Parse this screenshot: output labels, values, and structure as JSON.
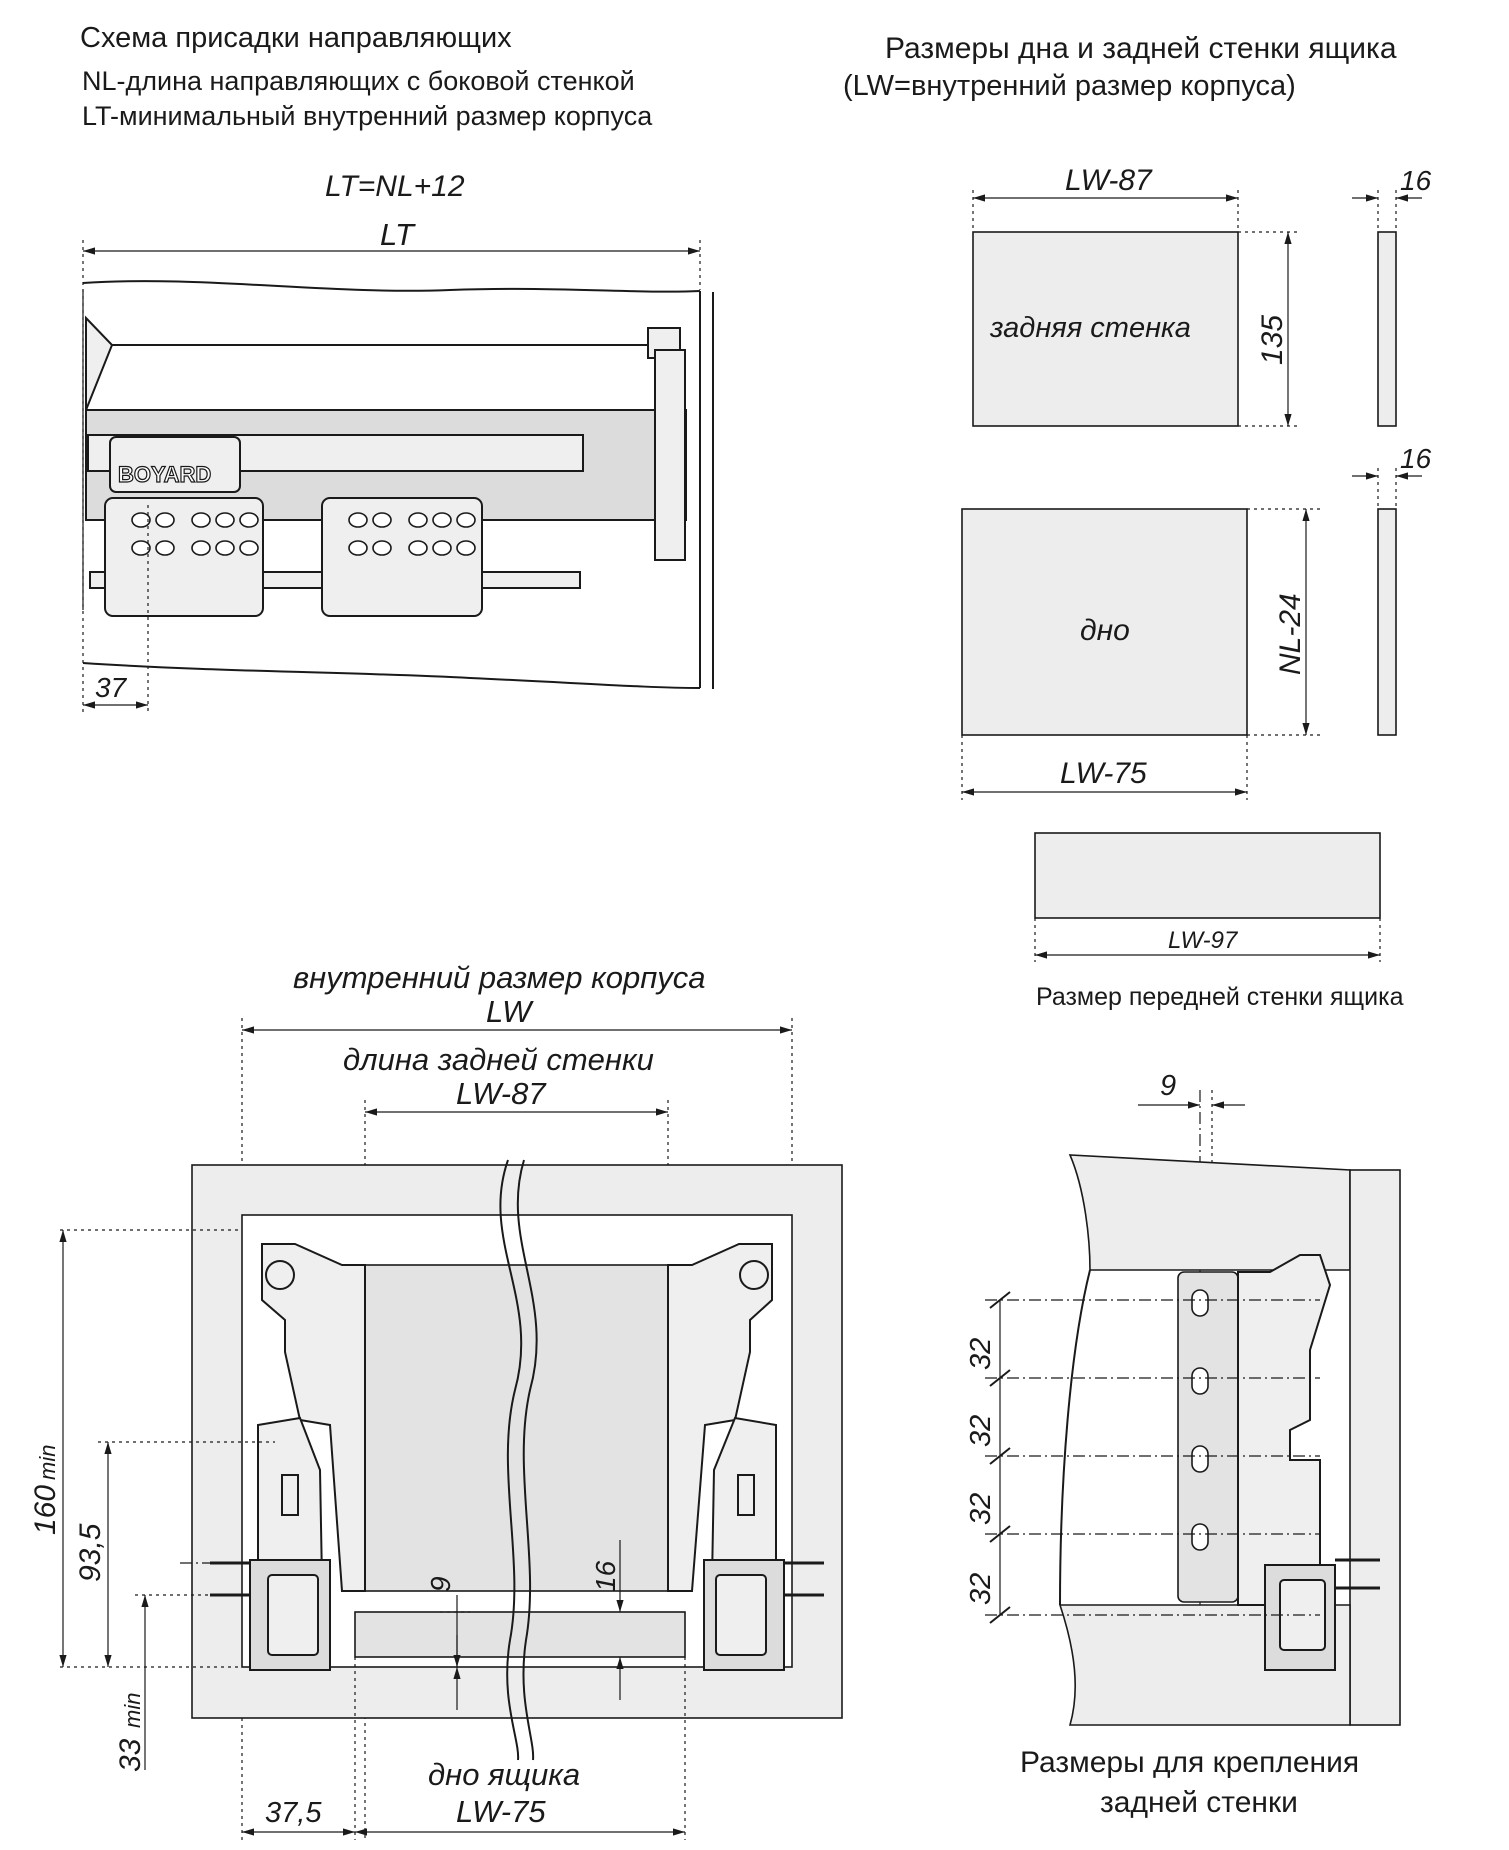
{
  "left_header": {
    "title": "Схема присадки направляющих",
    "line1": "NL-длина направляющих с боковой стенкой",
    "line2": "LT-минимальный внутренний размер корпуса"
  },
  "right_header": {
    "title": "Размеры дна и задней стенки ящика",
    "line1": "(LW=внутренний размер корпуса)"
  },
  "side_view": {
    "formula": "LT=NL+12",
    "lt_label": "LT",
    "offset_37": "37",
    "brand": "BOYARD"
  },
  "back_wall": {
    "label": "задняя стенка",
    "width_label": "LW-87",
    "height_label": "135",
    "thickness_label": "16"
  },
  "bottom_panel": {
    "label": "дно",
    "width_label": "LW-75",
    "depth_label": "NL-24",
    "thickness_label": "16"
  },
  "front_wall": {
    "width_label": "LW-97",
    "caption": "Размер передней стенки ящика"
  },
  "front_view": {
    "inner_size_caption": "внутренний размер корпуса",
    "inner_size_label": "LW",
    "back_len_caption": "длина задней стенки",
    "back_len_label": "LW-87",
    "h160": "160",
    "h160_sub": "min",
    "h93": "93,5",
    "h33": "33",
    "h33_sub": "min",
    "d9": "9",
    "d16": "16",
    "side_offset": "37,5",
    "bottom_caption": "дно ящика",
    "bottom_label": "LW-75"
  },
  "mount_view": {
    "offset_9": "9",
    "pitch": [
      "32",
      "32",
      "32",
      "32"
    ],
    "caption_line1": "Размеры для крепления",
    "caption_line2": "задней стенки"
  }
}
